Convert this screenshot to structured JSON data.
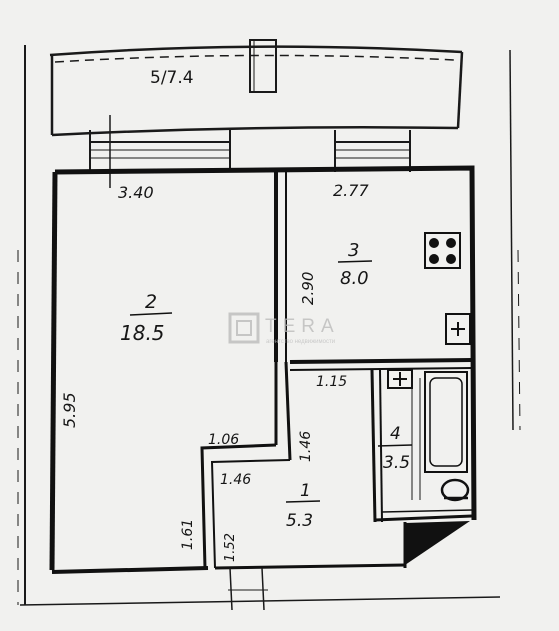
{
  "balcony": {
    "label": "5/7.4"
  },
  "rooms": {
    "room2": {
      "number": "2",
      "area": "18.5"
    },
    "room3": {
      "number": "3",
      "area": "8.0"
    },
    "room1": {
      "number": "1",
      "area": "5.3"
    },
    "room4": {
      "number": "4",
      "area": "3.5"
    }
  },
  "dimensions": {
    "room2_width": "3.40",
    "room3_width": "2.77",
    "room3_depth": "2.90",
    "room2_depth": "5.95",
    "corridor_upper_width": "1.15",
    "corridor_side_depth": "1.46",
    "niche_width": "1.06",
    "hall_width": "1.46",
    "hall_depth_left": "1.61",
    "hall_depth_inner": "1.52"
  },
  "watermark": {
    "brand": "TERA",
    "tagline": "агентство недвижимости"
  },
  "colors": {
    "paper": "#f1f1ef",
    "ink": "#161616",
    "watermark": "#b8b8b8"
  }
}
